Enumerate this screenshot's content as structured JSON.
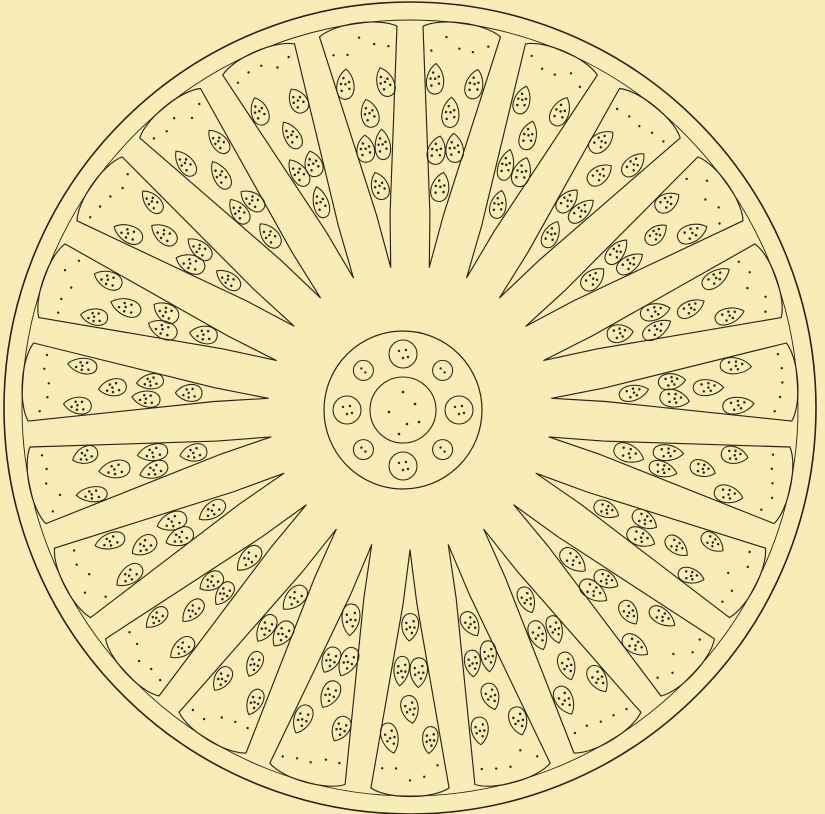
{
  "figure": {
    "kind": "radial cross-section illustration",
    "segment_count": 23,
    "center_ring_cell_count": 8,
    "colors": {
      "paper": "#F8EDB6",
      "ink": "#2a2418"
    }
  }
}
